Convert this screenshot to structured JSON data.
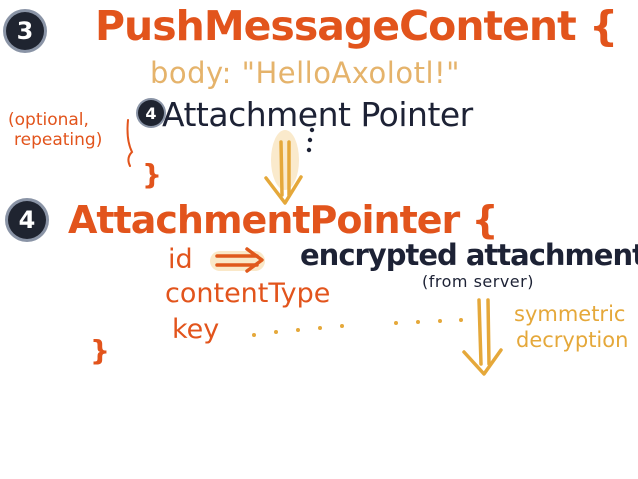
{
  "section3": {
    "badge": "3",
    "title": "PushMessageContent {",
    "field_body": "body: \"HelloAxolotl!\"",
    "badge_nested": "4",
    "nested_type": "Attachment Pointer",
    "annotation_line1": "(optional,",
    "annotation_line2": "repeating)",
    "close_brace": "}"
  },
  "section4": {
    "badge": "4",
    "title": "AttachmentPointer {",
    "field_id": "id",
    "field_content_type": "contentType",
    "field_key": "key",
    "encrypted_attachment": "encrypted attachment",
    "from_server": "(from server)",
    "symmetric_line1": "symmetric",
    "symmetric_line2": "decryption",
    "close_brace": "}"
  },
  "colors": {
    "orange": "#e2541c",
    "navy": "#1d2235",
    "tan": "#e5b36b",
    "gold": "#e5a83a",
    "badge": "#1f2430"
  },
  "icons": [
    "down-arrow-icon",
    "right-arrow-icon",
    "dotted-connector"
  ]
}
